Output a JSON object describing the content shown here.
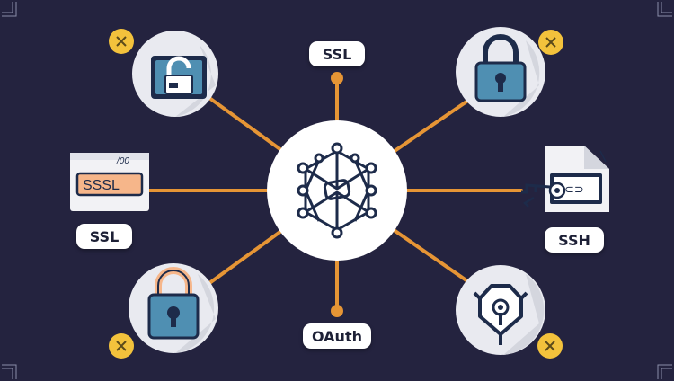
{
  "colors": {
    "background": "#24233f",
    "connector": "#e69535",
    "node_fill": "#ffffff",
    "icon_navy": "#1d2b4a",
    "icon_blue": "#4f8fb2",
    "badge": "#f3c23c",
    "ssl_box": "#f6b68a"
  },
  "labels": {
    "ssl_top": "SSL",
    "ssl_left": "SSL",
    "ssh": "SSH",
    "oauth": "OAuth",
    "certificate_text": "SSSL",
    "certificate_tag": "/00"
  },
  "icons": {
    "hub": "network-hub-icon",
    "top_left": "open-padlock-monitor-icon",
    "top_right": "padlock-icon",
    "left": "ssl-certificate-icon",
    "right": "ssh-key-terminal-icon",
    "bottom_left": "padlock-icon",
    "bottom_right": "shield-keyhole-icon",
    "badges": "close-icon"
  }
}
